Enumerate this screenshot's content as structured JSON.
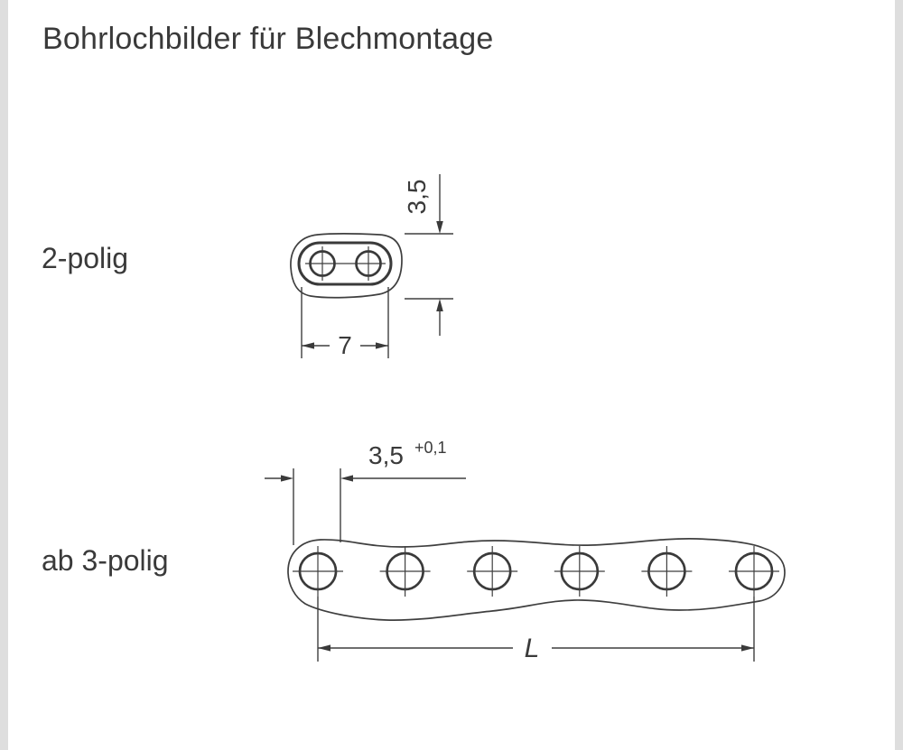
{
  "title": "Bohrlochbilder für Blechmontage",
  "diagrams": {
    "two_pole": {
      "label": "2-polig",
      "dim_height": "3,5",
      "dim_width": "7"
    },
    "multi_pole": {
      "label": "ab 3-polig",
      "dim_pitch": "3,5",
      "dim_pitch_tolerance": "+0,1",
      "dim_length": "L",
      "hole_count": 6
    }
  }
}
